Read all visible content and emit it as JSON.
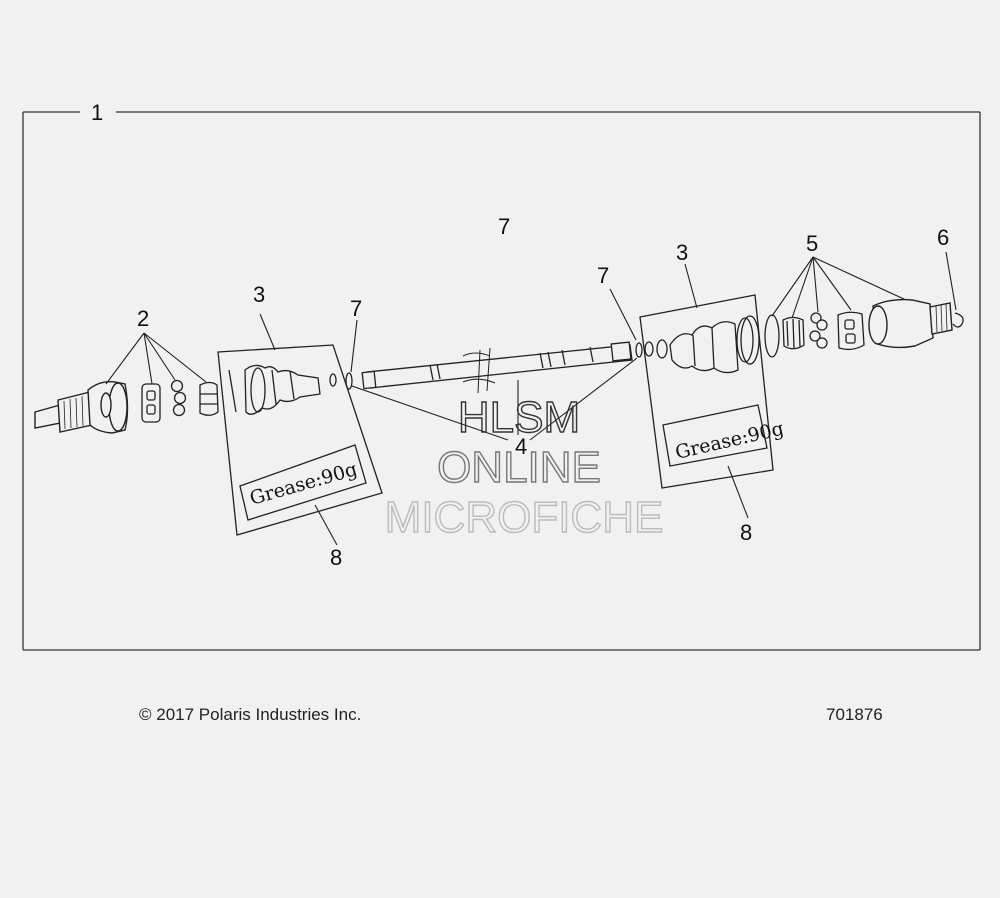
{
  "diagram": {
    "frame_callout": "1",
    "callouts": {
      "c2": "2",
      "c3_left": "3",
      "c3_right": "3",
      "c4": "4",
      "c5": "5",
      "c6": "6",
      "c7_top": "7",
      "c7_left": "7",
      "c7_right": "7",
      "c8_left": "8",
      "c8_right": "8"
    },
    "grease_left": "Grease:90g",
    "grease_right": "Grease:90g"
  },
  "watermark": {
    "line1": "HLSM",
    "line2": "ONLINE",
    "line3": "MICROFICHE"
  },
  "footer": {
    "copyright": "© 2017 Polaris Industries Inc.",
    "part_number": "701876"
  }
}
